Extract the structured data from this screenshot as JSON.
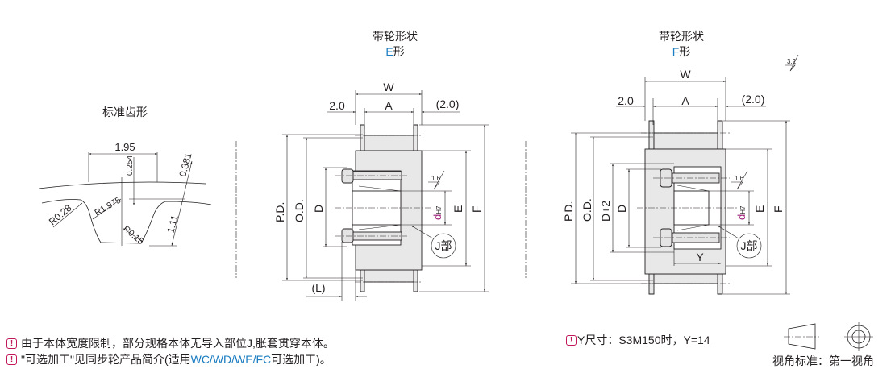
{
  "tooth_profile": {
    "title": "标准齿形",
    "dims": {
      "pitch": "1.95",
      "d1": "0.254",
      "d2": "0.381",
      "r1": "R0.28",
      "r2": "R1.975",
      "r3": "R0.15",
      "h": "1.11"
    }
  },
  "view_e": {
    "title": "带轮形状",
    "type_letter": "E",
    "type_suffix": "形",
    "dims": {
      "w": "W",
      "a": "A",
      "left": "2.0",
      "right": "(2.0)",
      "pd": "P.D.",
      "od": "O.D.",
      "d": "D",
      "dh": "d",
      "dh_tol": "H7",
      "e": "E",
      "f": "F",
      "l": "(L)",
      "j": "J部",
      "rough": "1.6"
    }
  },
  "view_f": {
    "title": "带轮形状",
    "type_letter": "F",
    "type_suffix": "形",
    "dims": {
      "w": "W",
      "a": "A",
      "left": "2.0",
      "right": "(2.0)",
      "pd": "P.D.",
      "od": "O.D.",
      "d2": "D+2",
      "d": "D",
      "dh": "d",
      "dh_tol": "H7",
      "e": "E",
      "f": "F",
      "y": "Y",
      "j": "J部",
      "rough": "1.6"
    }
  },
  "surface_roughness": "3.2",
  "notes": {
    "note1": "由于本体宽度限制，部分规格本体无导入部位J,胀套贯穿本体。",
    "note2_a": "\"可选加工\"见同步轮产品简介(适用",
    "note2_b": "WC/WD/WE/FC",
    "note2_c": "可选加工)。",
    "note3": "Y尺寸：S3M150时，Y=14",
    "projection": "视角标准：第一视角"
  },
  "colors": {
    "accent": "#1a7cc1",
    "warning": "#c2185b",
    "dh": "#a0267d"
  }
}
